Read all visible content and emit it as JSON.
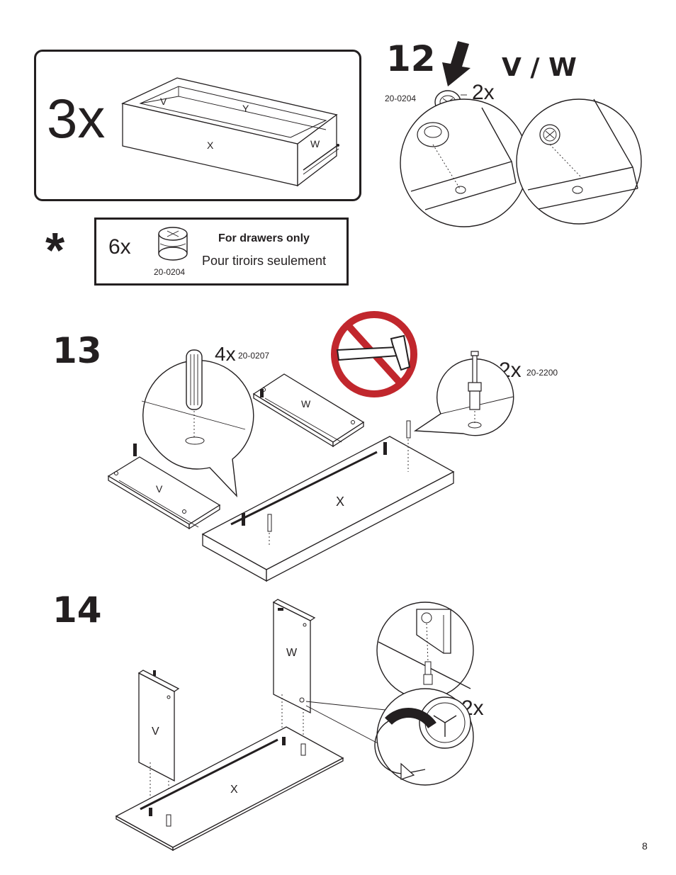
{
  "steps": {
    "drawer_box": {
      "count": "3x",
      "labels": {
        "v": "V",
        "y": "Y",
        "x": "X",
        "w": "W"
      }
    },
    "step12": {
      "number": "12",
      "panels": "V / W",
      "part_code": "20-0204",
      "qty": "2x"
    },
    "note": {
      "asterisk": "*",
      "qty": "6x",
      "part_code": "20-0204",
      "title_en": "For drawers only",
      "title_fr": "Pour tiroirs seulement"
    },
    "step13": {
      "number": "13",
      "dowel_qty": "4x",
      "dowel_code": "20-0207",
      "bolt_qty": "2x",
      "bolt_code": "20-2200",
      "labels": {
        "w": "W",
        "v": "V",
        "x": "X"
      }
    },
    "step14": {
      "number": "14",
      "qty": "2x",
      "labels": {
        "w": "W",
        "v": "V",
        "x": "X"
      }
    }
  },
  "page_number": "8"
}
